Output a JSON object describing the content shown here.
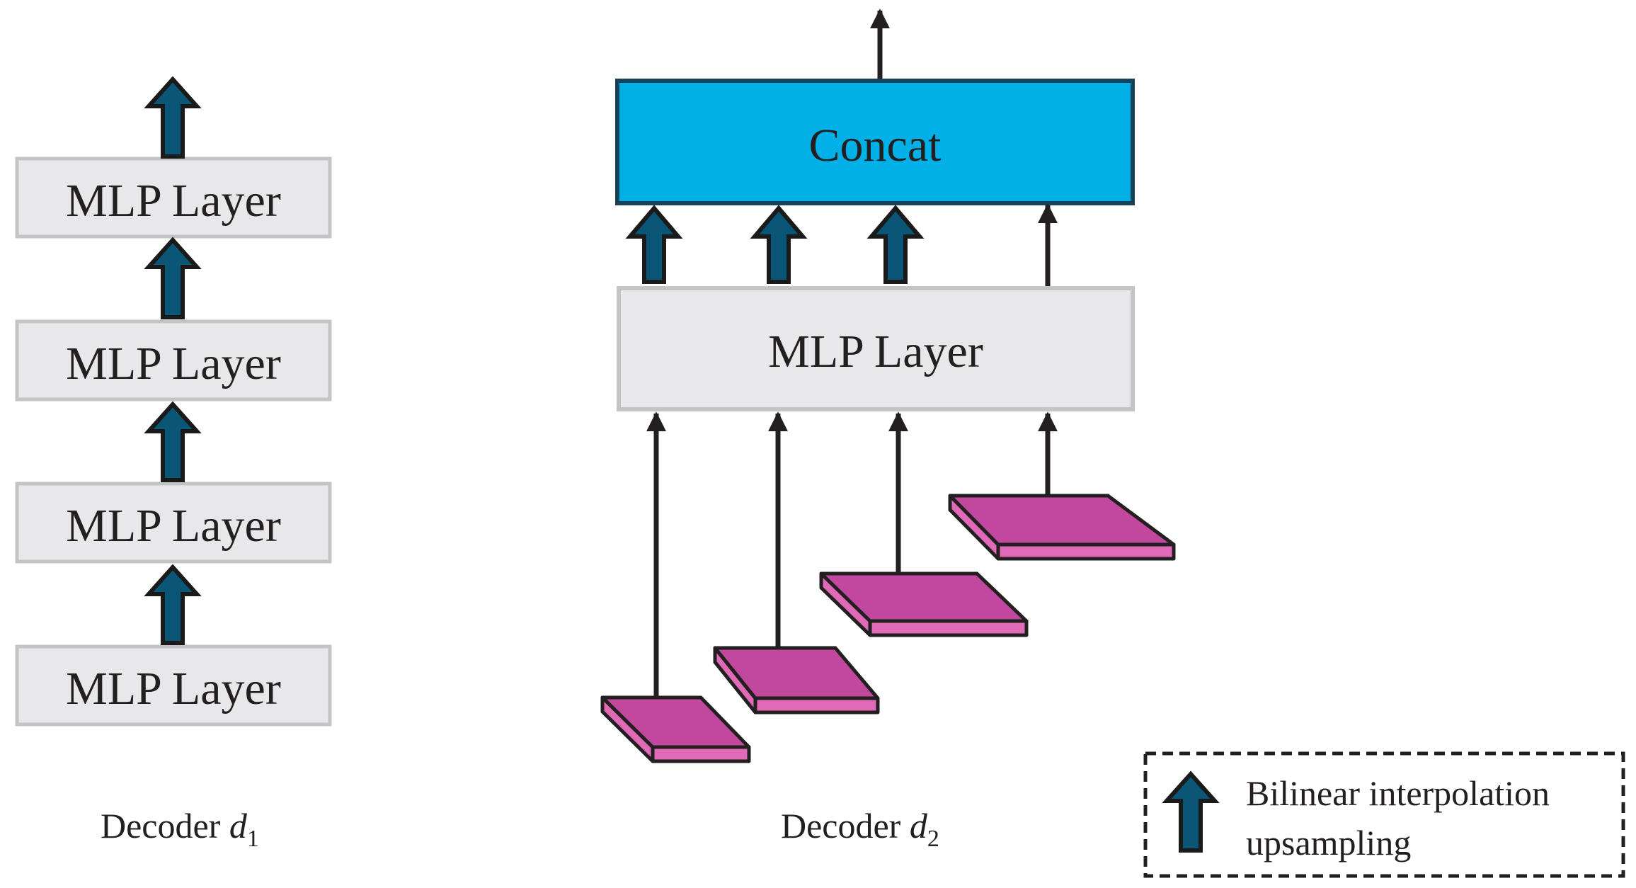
{
  "decoder1": {
    "layers": [
      "MLP Layer",
      "MLP Layer",
      "MLP Layer",
      "MLP Layer"
    ],
    "caption": {
      "prefix": "Decoder ",
      "var": "d",
      "sub": "1"
    }
  },
  "decoder2": {
    "concat_label": "Concat",
    "mlp_label": "MLP Layer",
    "caption": {
      "prefix": "Decoder ",
      "var": "d",
      "sub": "2"
    }
  },
  "legend": {
    "line1": "Bilinear interpolation",
    "line2": "upsampling"
  },
  "colors": {
    "mlp_fill": "#e8e8ea",
    "mlp_stroke": "#c4c4c6",
    "concat_fill": "#00b0e6",
    "concat_stroke": "#16435a",
    "upsample_arrow_fill": "#0a5676",
    "arrow_outline": "#1a1a1a",
    "feature_top": "#c2489e",
    "feature_side": "#e06ab8"
  }
}
